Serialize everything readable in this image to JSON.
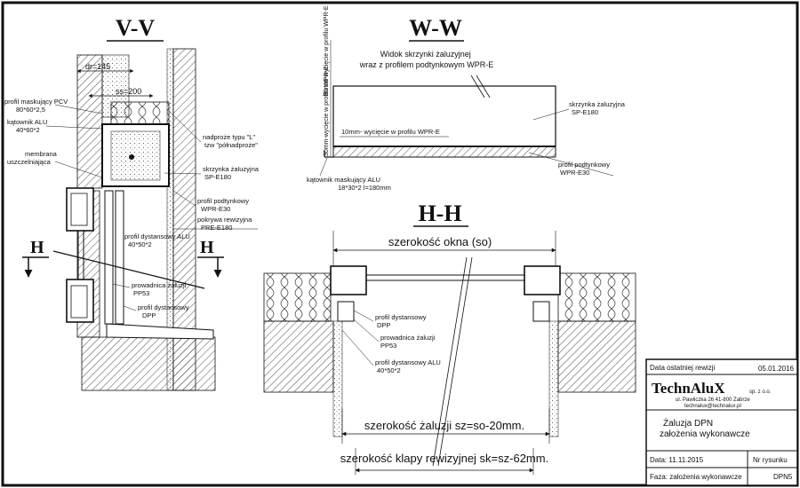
{
  "sections": {
    "vv": "V-V",
    "ww": "W-W",
    "hh": "H-H",
    "h_marker": "H"
  },
  "vv_labels": {
    "dr": "dr=145",
    "ss": "ss=200",
    "profil_maskujacy": [
      "profil maskujący PCV",
      "80*60*2,5"
    ],
    "katownik": [
      "kątownik ALU",
      "40*60*2"
    ],
    "membrana": [
      "membrana",
      "uszczelniająca"
    ],
    "nadproze": [
      "nadproże typu \"L\"",
      "tzw \"półnadproże\""
    ],
    "skrzynka": [
      "skrzynka żaluzyjna",
      "SP-E180"
    ],
    "profil_podtynkowy": [
      "profil podtynkowy",
      "WPR-E30"
    ],
    "pokrywa": [
      "pokrywa rewizyjna",
      "PRE-E180"
    ],
    "profil_dystansowy_alu": [
      "profil dystansowy ALU",
      "40*50*2"
    ],
    "prowadnica": [
      "prowadnica żaluzji",
      "PP53"
    ],
    "profil_dystansowy": [
      "profil dystansowy",
      "DPP"
    ]
  },
  "ww_labels": {
    "title": [
      "Widok skrzynki żaluzyjnej",
      "wraz z profilem podtynkowym WPR-E"
    ],
    "vertical_top": "80mm-wycięcie w profilu WPR-E",
    "vertical_bottom": "30mm-wycięcie w profilu WPR-E",
    "cut": "10mm- wycięcie w profilu WPR-E",
    "skrzynka": [
      "skrzynka żaluzyjna",
      "SP-E180"
    ],
    "profil_podtynkowy": [
      "profil podtynkowy",
      "WPR-E30"
    ],
    "katownik": [
      "kątownik maskujący ALU",
      "18*30*2 l=180mm"
    ]
  },
  "hh_labels": {
    "szerokosc_okna": "szerokość okna (so)",
    "profil_dystansowy": [
      "profil dystansowy",
      "DPP"
    ],
    "prowadnica": [
      "prowadnica żaluzji",
      "PP53"
    ],
    "profil_dystansowy_alu": [
      "profil dystansowy ALU",
      "40*50*2"
    ],
    "szerokosc_zaluzji": "szerokość żaluzji sz=so-20mm.",
    "szerokosc_klapy": "szerokość klapy rewizyjnej sk=sz-62mm."
  },
  "title_block": {
    "date_label": "Data ostatniej rewizji",
    "date_value": "05.01.2016",
    "company": "TechnAluX",
    "company_suffix": "sp. z o.o.",
    "address": "ul. Pawliczka 26 41-800 Zabrze",
    "email": "technalux@technalux.pl",
    "subject": [
      "Żaluzja DPN",
      "założenia wykonawcze"
    ],
    "drawing_date": "Data: 11.11.2015",
    "drawing_no_label": "Nr rysunku",
    "phase": "Faza: założenia wykonawcze",
    "drawing_no": "DPN5"
  }
}
